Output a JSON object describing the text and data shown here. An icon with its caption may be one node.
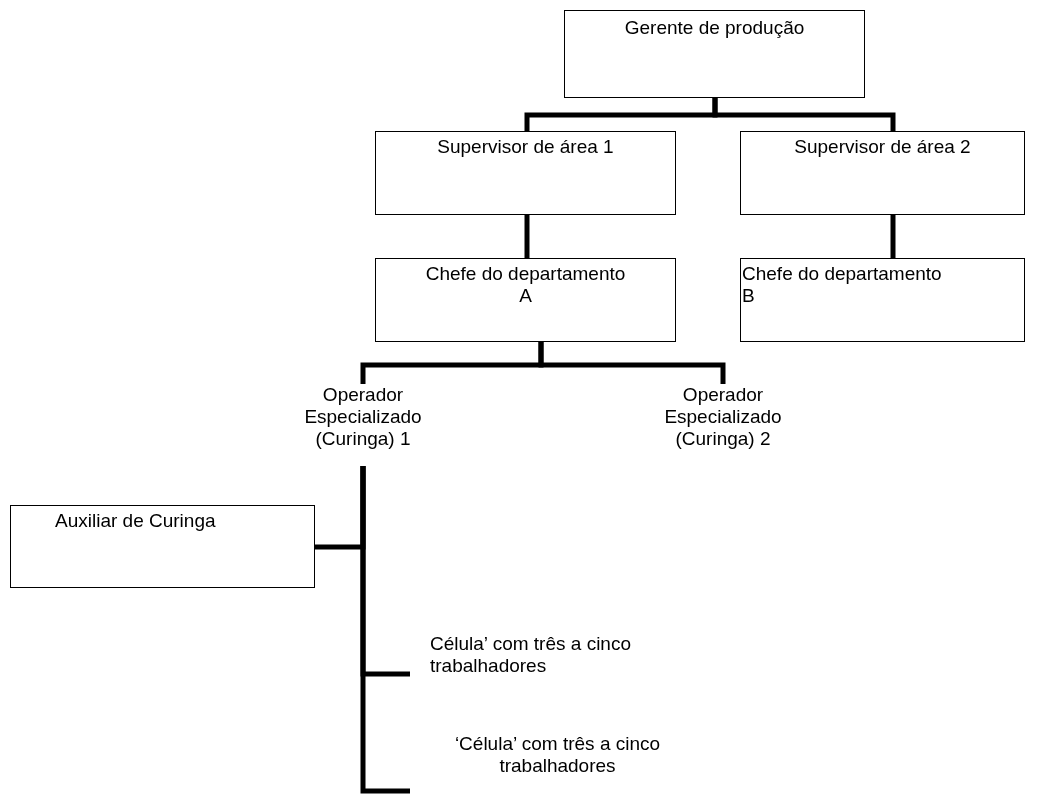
{
  "diagram": {
    "nodes": [
      {
        "text": [
          "Gerente de produção"
        ]
      },
      {
        "text": [
          "Supervisor de área 1"
        ]
      },
      {
        "text": [
          "Supervisor de área 2"
        ]
      },
      {
        "text": [
          "Chefe do departamento A"
        ]
      },
      {
        "text": [
          "Chefe do departamento B"
        ]
      },
      {
        "text": [
          "Operador Especializado (Curinga) 1"
        ]
      },
      {
        "text": [
          "Operador Especializado (Curinga) 2"
        ]
      },
      {
        "text": [
          "Auxiliar de Curinga"
        ]
      },
      {
        "text": [
          "Célula’ com três a cinco trabalhadores"
        ]
      },
      {
        "text": [
          "‘Célula’ com três a cinco trabalhadores"
        ]
      }
    ],
    "edges": [
      {
        "from": 0,
        "to": 1,
        "arrow": "none"
      },
      {
        "from": 0,
        "to": 2,
        "arrow": "none"
      },
      {
        "from": 1,
        "to": 3,
        "arrow": "none"
      },
      {
        "from": 2,
        "to": 4,
        "arrow": "none"
      },
      {
        "from": 3,
        "to": 5,
        "arrow": "none"
      },
      {
        "from": 3,
        "to": 6,
        "arrow": "none"
      },
      {
        "from": 5,
        "to": 7,
        "arrow": "none"
      },
      {
        "from": 5,
        "to": 8,
        "arrow": "none"
      },
      {
        "from": 5,
        "to": 9,
        "arrow": "none"
      }
    ]
  }
}
